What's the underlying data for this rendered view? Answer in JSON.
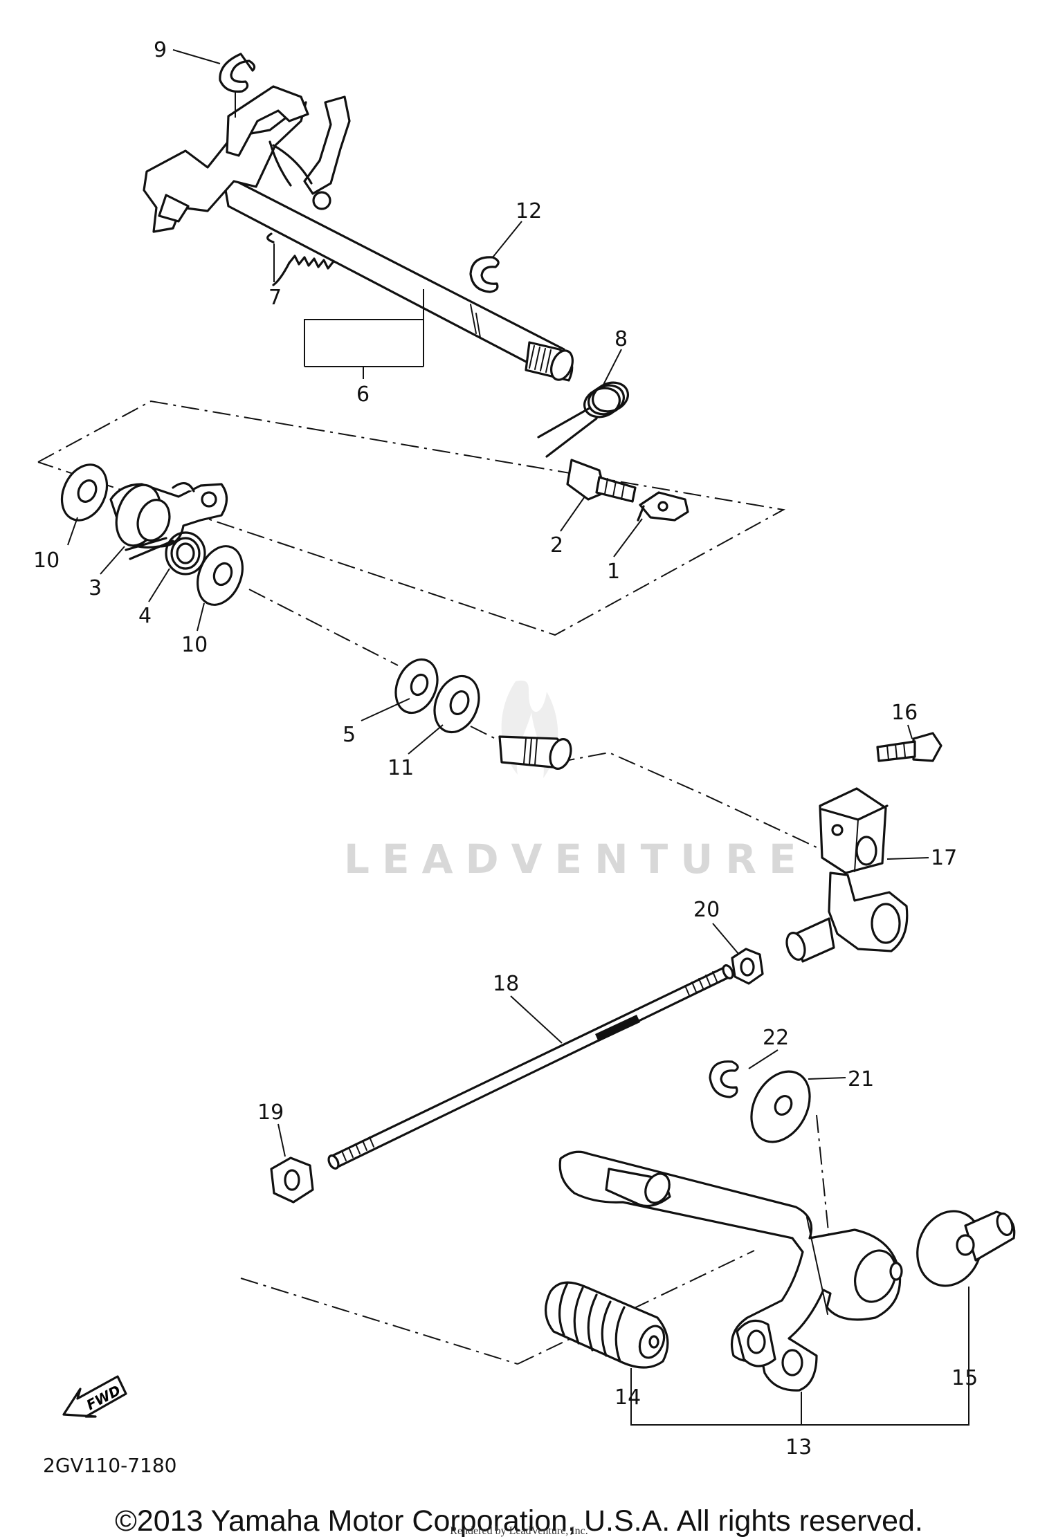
{
  "diagram": {
    "figure_code": "2GV110-7180",
    "fwd_label": "FWD",
    "watermark": "LEADVENTURE",
    "callouts": {
      "p1": "1",
      "p2": "2",
      "p3": "3",
      "p4": "4",
      "p5": "5",
      "p6": "6",
      "p7": "7",
      "p8": "8",
      "p9": "9",
      "p10a": "10",
      "p10b": "10",
      "p11": "11",
      "p12": "12",
      "p13": "13",
      "p14": "14",
      "p15": "15",
      "p16": "16",
      "p17": "17",
      "p18": "18",
      "p19": "19",
      "p20": "20",
      "p21": "21",
      "p22": "22"
    }
  },
  "footer": {
    "copyright": "©2013 Yamaha Motor Corporation, U.S.A. All rights reserved.",
    "rendered_by": "Rendered by LeadVenture, Inc."
  }
}
